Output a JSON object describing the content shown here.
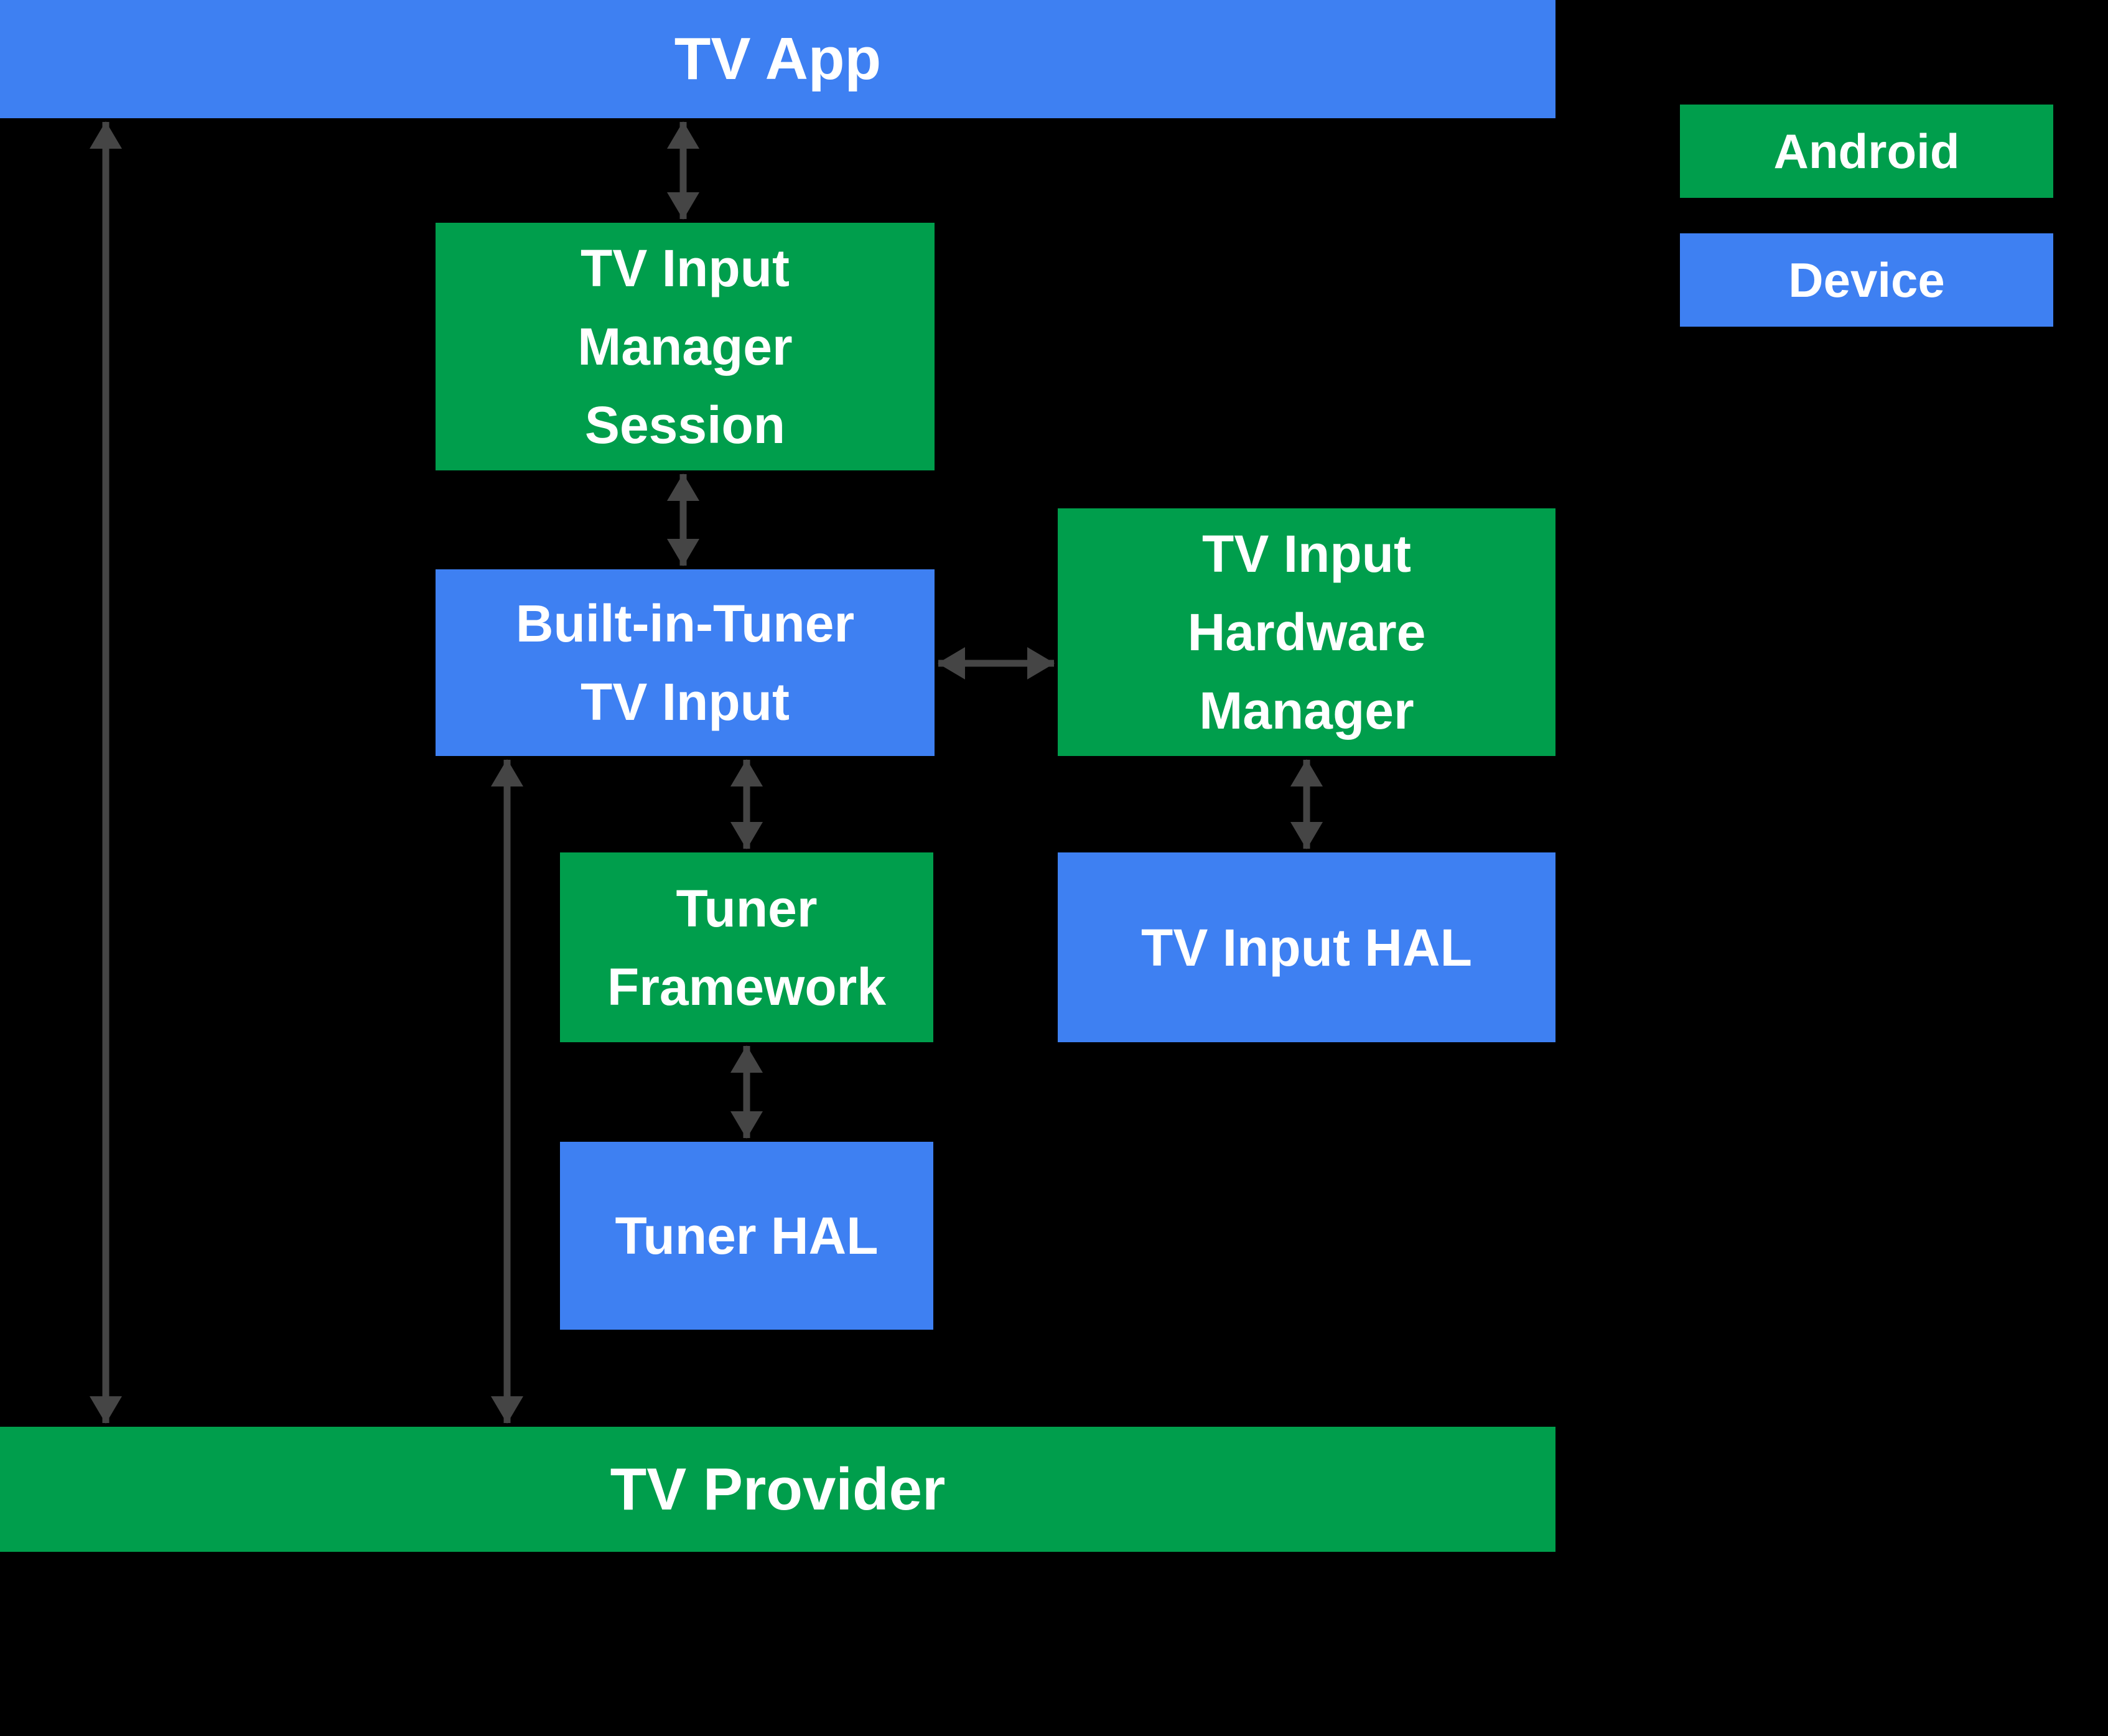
{
  "colors": {
    "android_green": "#009E4C",
    "device_blue": "#3E80F2",
    "arrow_gray": "#454545",
    "background": "#000000",
    "text_white": "#FFFFFF"
  },
  "nodes": {
    "tv_app": {
      "label": "TV App",
      "type": "device"
    },
    "tv_input_manager_session": {
      "label": "TV Input\nManager\nSession",
      "type": "android"
    },
    "built_in_tuner_tv_input": {
      "label": "Built-in-Tuner\nTV Input",
      "type": "device"
    },
    "tv_input_hardware_manager": {
      "label": "TV Input\nHardware\nManager",
      "type": "android"
    },
    "tuner_framework": {
      "label": "Tuner\nFramework",
      "type": "android"
    },
    "tv_input_hal": {
      "label": "TV Input HAL",
      "type": "device"
    },
    "tuner_hal": {
      "label": "Tuner HAL",
      "type": "device"
    },
    "tv_provider": {
      "label": "TV Provider",
      "type": "android"
    }
  },
  "legend": {
    "items": [
      {
        "id": "android",
        "label": "Android",
        "type": "android"
      },
      {
        "id": "device",
        "label": "Device",
        "type": "device"
      }
    ]
  },
  "connections": [
    {
      "from": "tv_app",
      "to": "tv_input_manager_session",
      "bidirectional": true
    },
    {
      "from": "tv_input_manager_session",
      "to": "built_in_tuner_tv_input",
      "bidirectional": true
    },
    {
      "from": "built_in_tuner_tv_input",
      "to": "tv_input_hardware_manager",
      "bidirectional": true
    },
    {
      "from": "built_in_tuner_tv_input",
      "to": "tuner_framework",
      "bidirectional": true
    },
    {
      "from": "tv_input_hardware_manager",
      "to": "tv_input_hal",
      "bidirectional": true
    },
    {
      "from": "tuner_framework",
      "to": "tuner_hal",
      "bidirectional": true
    },
    {
      "from": "built_in_tuner_tv_input",
      "to": "tv_provider",
      "bidirectional": true
    },
    {
      "from": "tv_app",
      "to": "tv_provider",
      "bidirectional": true
    }
  ]
}
